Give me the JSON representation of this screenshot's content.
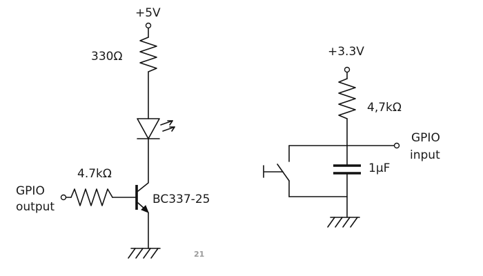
{
  "left_circuit": {
    "supply_label": "+5V",
    "led_resistor_label": "330Ω",
    "base_resistor_label": "4.7kΩ",
    "transistor_label": "BC337-25",
    "gpio_line1": "GPIO",
    "gpio_line2": "output"
  },
  "right_circuit": {
    "supply_label": "+3.3V",
    "pullup_label": "4,7kΩ",
    "capacitor_label": "1µF",
    "gpio_line1": "GPIO",
    "gpio_line2": "input"
  },
  "page_number": "21"
}
